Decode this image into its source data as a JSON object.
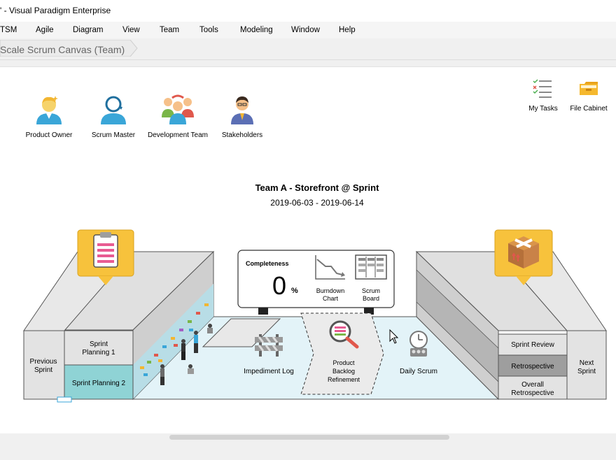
{
  "window": {
    "title": "' - Visual Paradigm Enterprise"
  },
  "menu": [
    "TSM",
    "Agile",
    "Diagram",
    "View",
    "Team",
    "Tools",
    "Modeling",
    "Window",
    "Help"
  ],
  "breadcrumb": "Scale Scrum Canvas (Team)",
  "roles": [
    {
      "label": "Product Owner",
      "icon": "product-owner-icon"
    },
    {
      "label": "Scrum Master",
      "icon": "scrum-master-icon"
    },
    {
      "label": "Development Team",
      "icon": "development-team-icon"
    },
    {
      "label": "Stakeholders",
      "icon": "stakeholders-icon"
    }
  ],
  "tools": [
    {
      "label": "My Tasks",
      "icon": "tasks-list-icon"
    },
    {
      "label": "File Cabinet",
      "icon": "file-cabinet-icon"
    }
  ],
  "sprint": {
    "title": "Team A - Storefront @ Sprint",
    "dates": "2019-06-03 - 2019-06-14"
  },
  "board": {
    "completeness_label": "Completeness",
    "completeness_value": "0",
    "completeness_unit": "%",
    "burndown_label": [
      "Burndown",
      "Chart"
    ],
    "scrum_board_label": [
      "Scrum",
      "Board"
    ],
    "previous_sprint": [
      "Previous",
      "Sprint"
    ],
    "next_sprint": [
      "Next",
      "Sprint"
    ],
    "sprint_planning_1": [
      "Sprint",
      "Planning 1"
    ],
    "sprint_planning_2": "Sprint Planning 2",
    "impediment_log": "Impediment Log",
    "pbr": [
      "Product",
      "Backlog",
      "Refinement"
    ],
    "daily_scrum": "Daily Scrum",
    "sprint_review": "Sprint Review",
    "retrospective": "Retrospective",
    "overall_retro": [
      "Overall",
      "Retrospective"
    ]
  },
  "colors": {
    "accent_yellow": "#f7c23c",
    "active_teal": "#8fd3d5",
    "floor": "#e3f3f8",
    "retro_selected": "#9e9e9e"
  }
}
